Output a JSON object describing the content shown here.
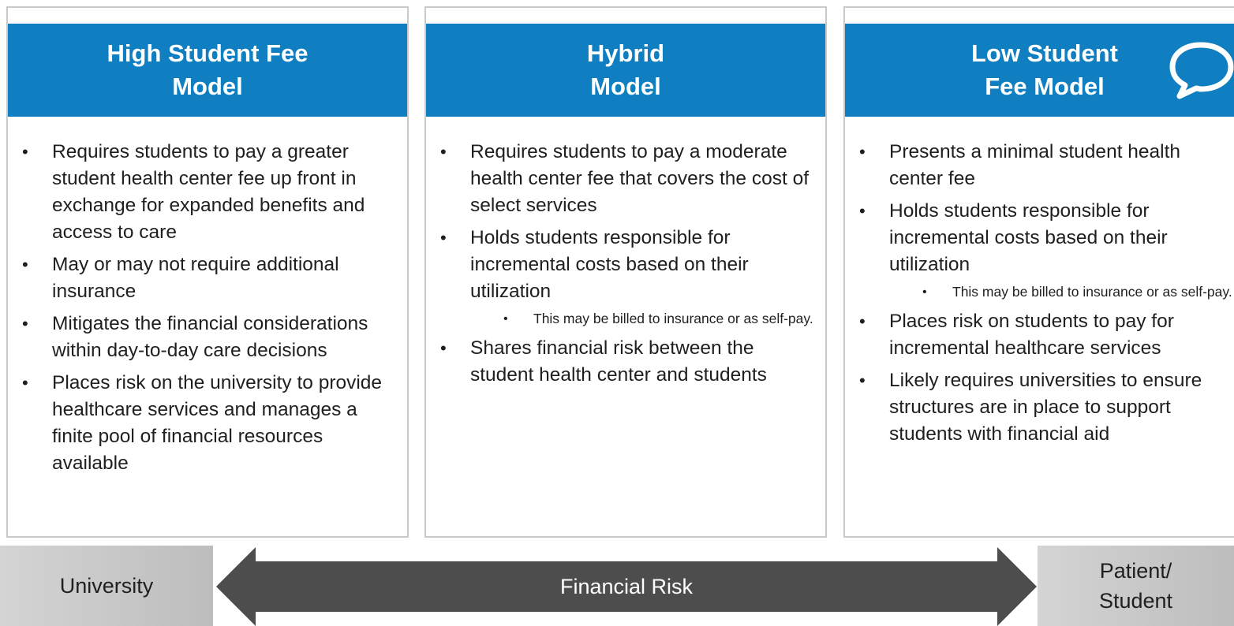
{
  "panels": [
    {
      "title_lines": [
        "High Student Fee",
        "Model"
      ],
      "bullets": [
        {
          "text": "Requires students to pay a greater student health center fee up front in exchange for expanded benefits and access to care",
          "sub": []
        },
        {
          "text": "May or may not require additional insurance",
          "sub": []
        },
        {
          "text": "Mitigates the financial considerations within day-to-day care decisions",
          "sub": []
        },
        {
          "text": "Places risk on the university to provide healthcare services and manages a finite pool of financial resources available",
          "sub": []
        }
      ]
    },
    {
      "title_lines": [
        "Hybrid",
        "Model"
      ],
      "bullets": [
        {
          "text": "Requires students to pay a moderate health center fee that covers the cost of select services",
          "sub": []
        },
        {
          "text": "Holds students responsible for incremental costs based on their utilization",
          "sub": [
            "This may be billed to insurance or as self-pay."
          ]
        },
        {
          "text": "Shares financial risk between the student health center and students",
          "sub": []
        }
      ]
    },
    {
      "title_lines": [
        "Low Student",
        "Fee Model"
      ],
      "bullets": [
        {
          "text": "Presents a minimal student health center fee",
          "sub": []
        },
        {
          "text": "Holds students responsible for incremental costs based on their utilization",
          "sub": [
            "This may be billed to insurance or as self-pay."
          ]
        },
        {
          "text": "Places risk on students to pay for incremental healthcare services",
          "sub": []
        },
        {
          "text": "Likely requires universities to ensure structures are in place to support students with financial aid",
          "sub": []
        }
      ]
    }
  ],
  "bullet_glyph": "•",
  "spectrum": {
    "left_label": "University",
    "center_label": "Financial Risk",
    "right_label_lines": [
      "Patient/",
      "Student"
    ]
  },
  "icons": {
    "chat": "chat-bubble-icon"
  },
  "colors": {
    "header_bg": "#0f7fc1",
    "arrow_fill": "#4d4d4d",
    "end_box": "#c8c8c8",
    "panel_border": "#c9c9c9"
  }
}
